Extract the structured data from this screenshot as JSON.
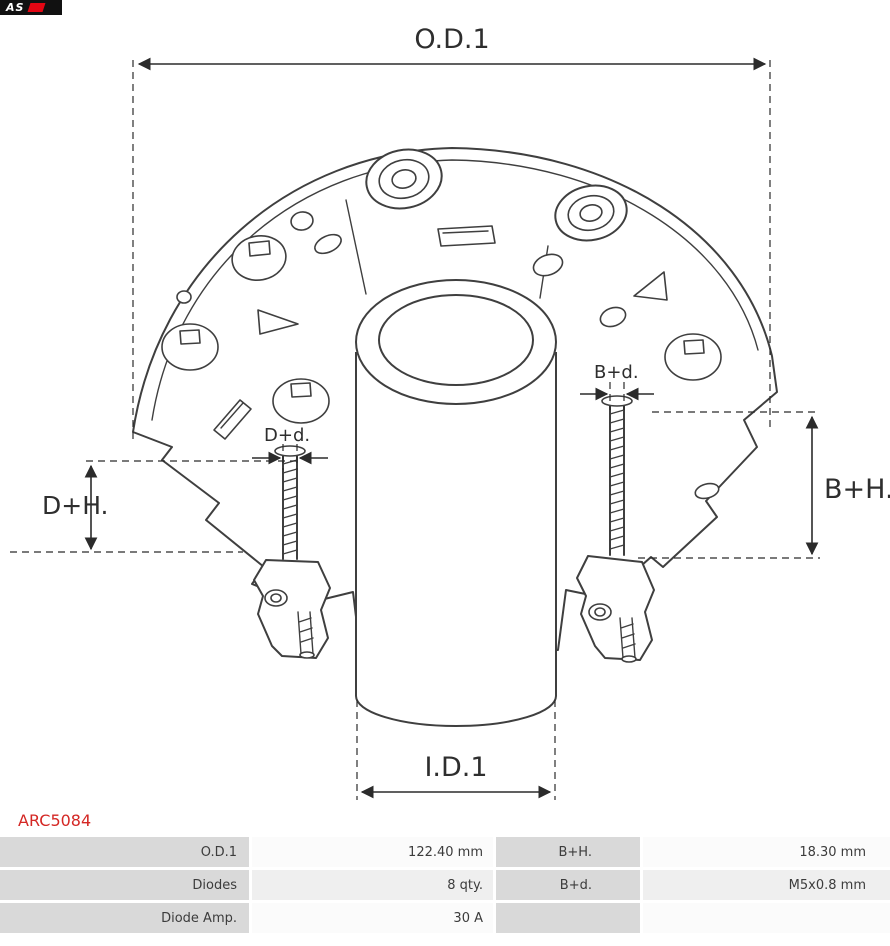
{
  "logo": {
    "text": "AS",
    "accent_color": "#e30613"
  },
  "part_number": "ARC5084",
  "part_number_color": "#d42724",
  "drawing": {
    "dim_od1": "O.D.1",
    "dim_id1": "I.D.1",
    "dim_dh": "D+H.",
    "dim_bh": "B+H.",
    "dim_dd": "D+d.",
    "dim_bd": "B+d."
  },
  "table": {
    "rows": [
      [
        {
          "label": "O.D.1",
          "value": "122.40 mm"
        },
        {
          "label": "B+H.",
          "value": "18.30 mm"
        }
      ],
      [
        {
          "label": "Diodes",
          "value": "8 qty."
        },
        {
          "label": "B+d.",
          "value": "M5x0.8 mm"
        }
      ],
      [
        {
          "label": "Diode Amp.",
          "value": "30 A"
        },
        {
          "label": "",
          "value": ""
        }
      ]
    ]
  }
}
